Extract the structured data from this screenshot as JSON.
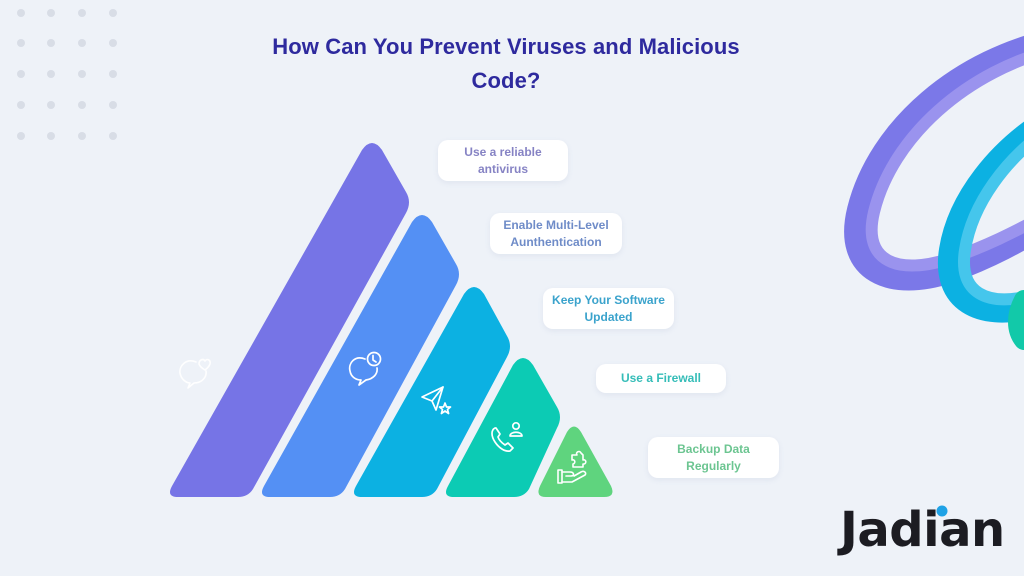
{
  "title": {
    "line1": "How Can You Prevent Viruses and Malicious",
    "line2": "Code?",
    "color": "#2e2a9e"
  },
  "steps": [
    {
      "label_line1": "Use a reliable",
      "label_line2": "antivirus",
      "icon": "chat-heart-icon",
      "shape_color": "#7674e6",
      "text_color": "#8683c4"
    },
    {
      "label_line1": "Enable Multi-Level",
      "label_line2": "Aunthentication",
      "icon": "chat-clock-icon",
      "shape_color": "#5490f4",
      "text_color": "#6f8cc8"
    },
    {
      "label_line1": "Keep Your Software",
      "label_line2": "Updated",
      "icon": "send-star-icon",
      "shape_color": "#0cb1e2",
      "text_color": "#3ba3cc"
    },
    {
      "label_line1": "Use a Firewall",
      "label_line2": "",
      "icon": "phone-user-icon",
      "shape_color": "#0ccbb4",
      "text_color": "#35bdb8"
    },
    {
      "label_line1": "Backup Data",
      "label_line2": "Regularly",
      "icon": "hand-puzzle-icon",
      "shape_color": "#5fd47e",
      "text_color": "#6cc591"
    }
  ],
  "logo": {
    "text": "Jadian",
    "dot_color": "#1fa2e6"
  },
  "decor": {
    "swirl_colors": [
      "#7b78e8",
      "#9a93ee",
      "#0cb1e2",
      "#45c6ec",
      "#12c9a9"
    ],
    "dot_grid_color": "#d9dee7"
  }
}
